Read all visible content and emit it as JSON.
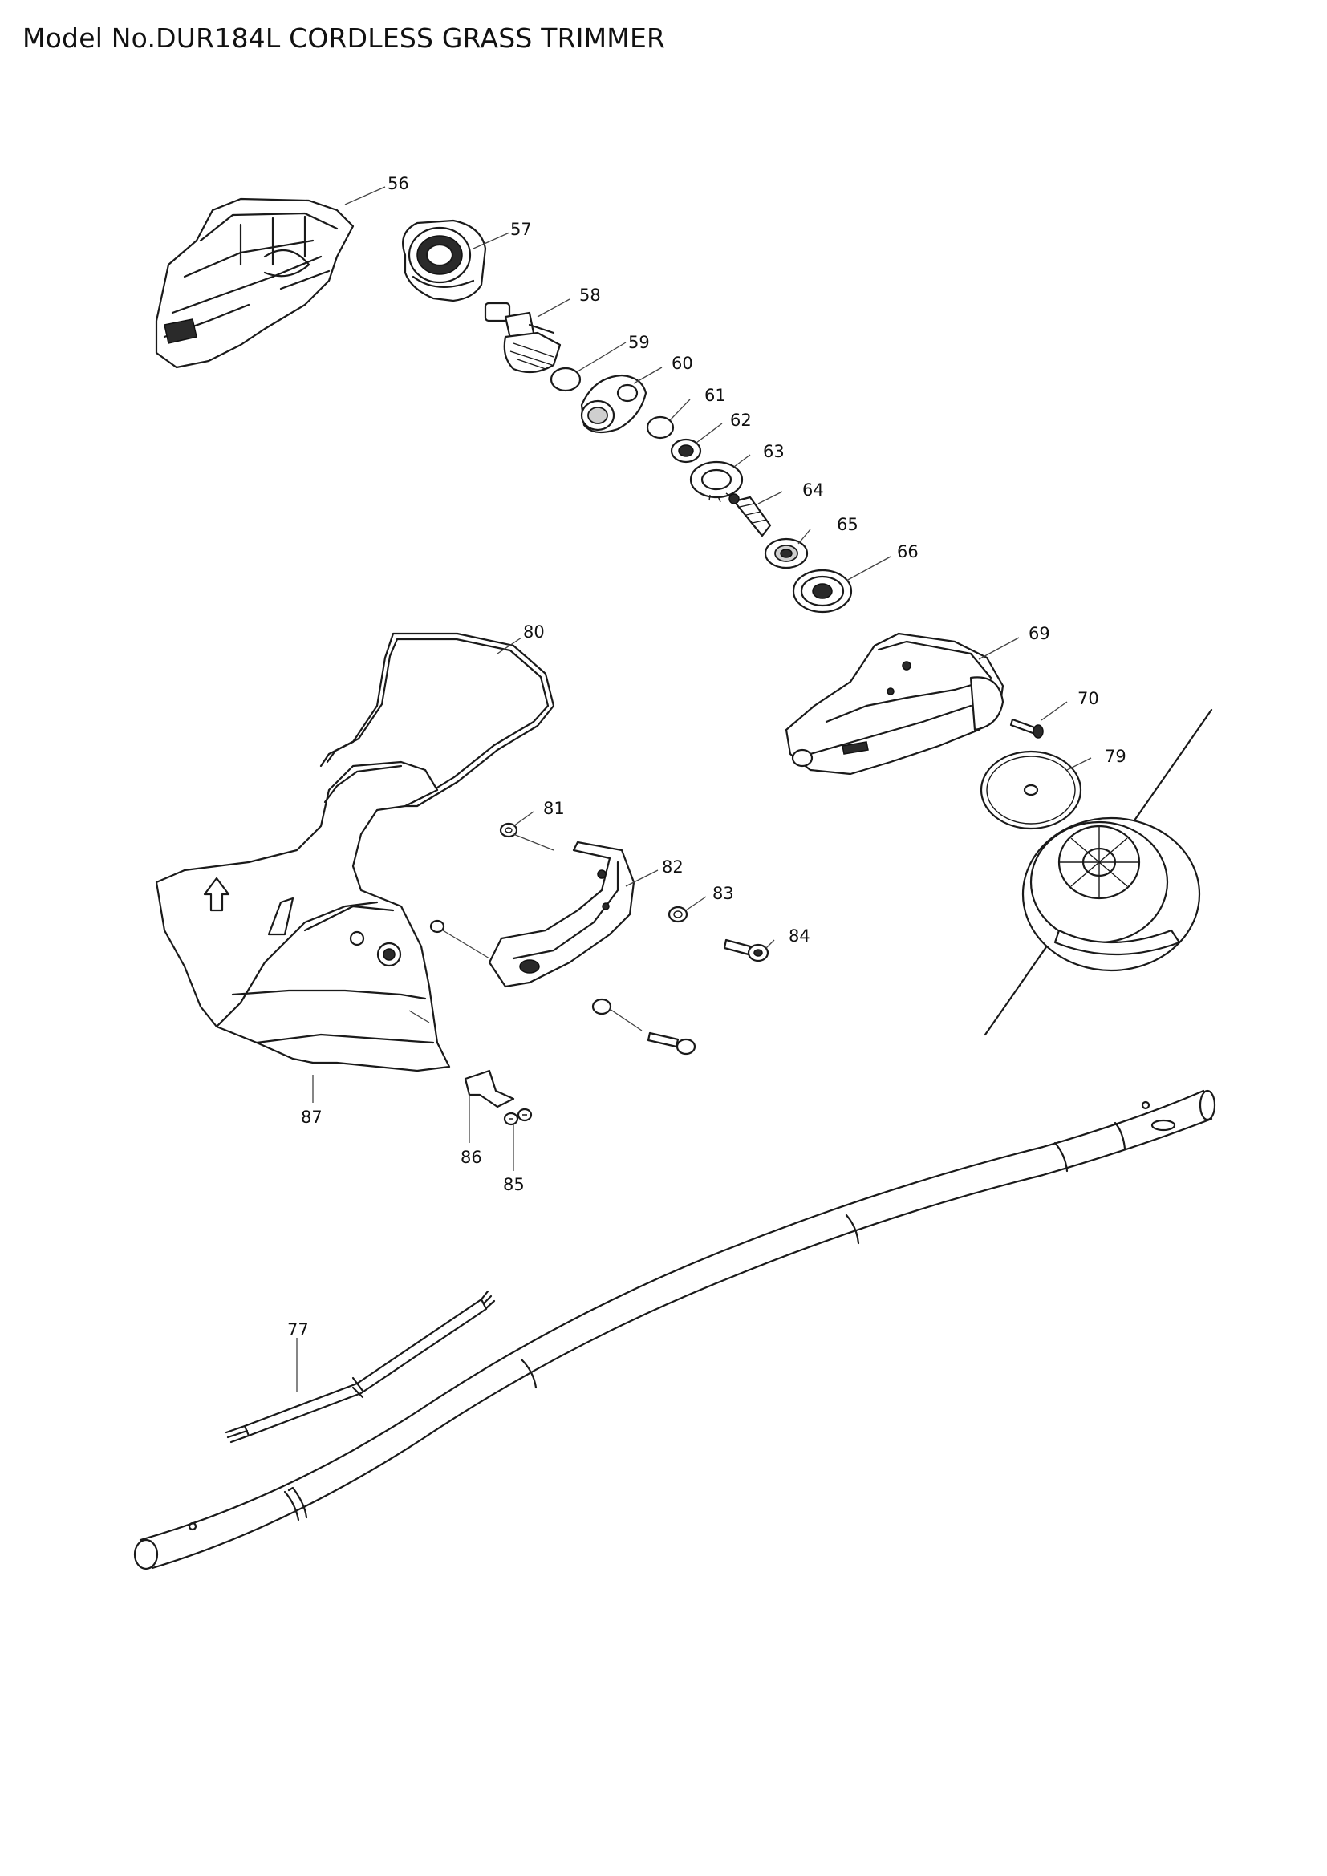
{
  "title": "Model No.DUR184L CORDLESS GRASS TRIMMER",
  "parts": [
    "56",
    "57",
    "58",
    "59",
    "60",
    "61",
    "62",
    "63",
    "64",
    "65",
    "66",
    "69",
    "70",
    "77",
    "79",
    "80",
    "81",
    "82",
    "83",
    "84",
    "85",
    "86",
    "87"
  ],
  "colors": {
    "ink": "#1a1a1a",
    "background": "#ffffff"
  }
}
